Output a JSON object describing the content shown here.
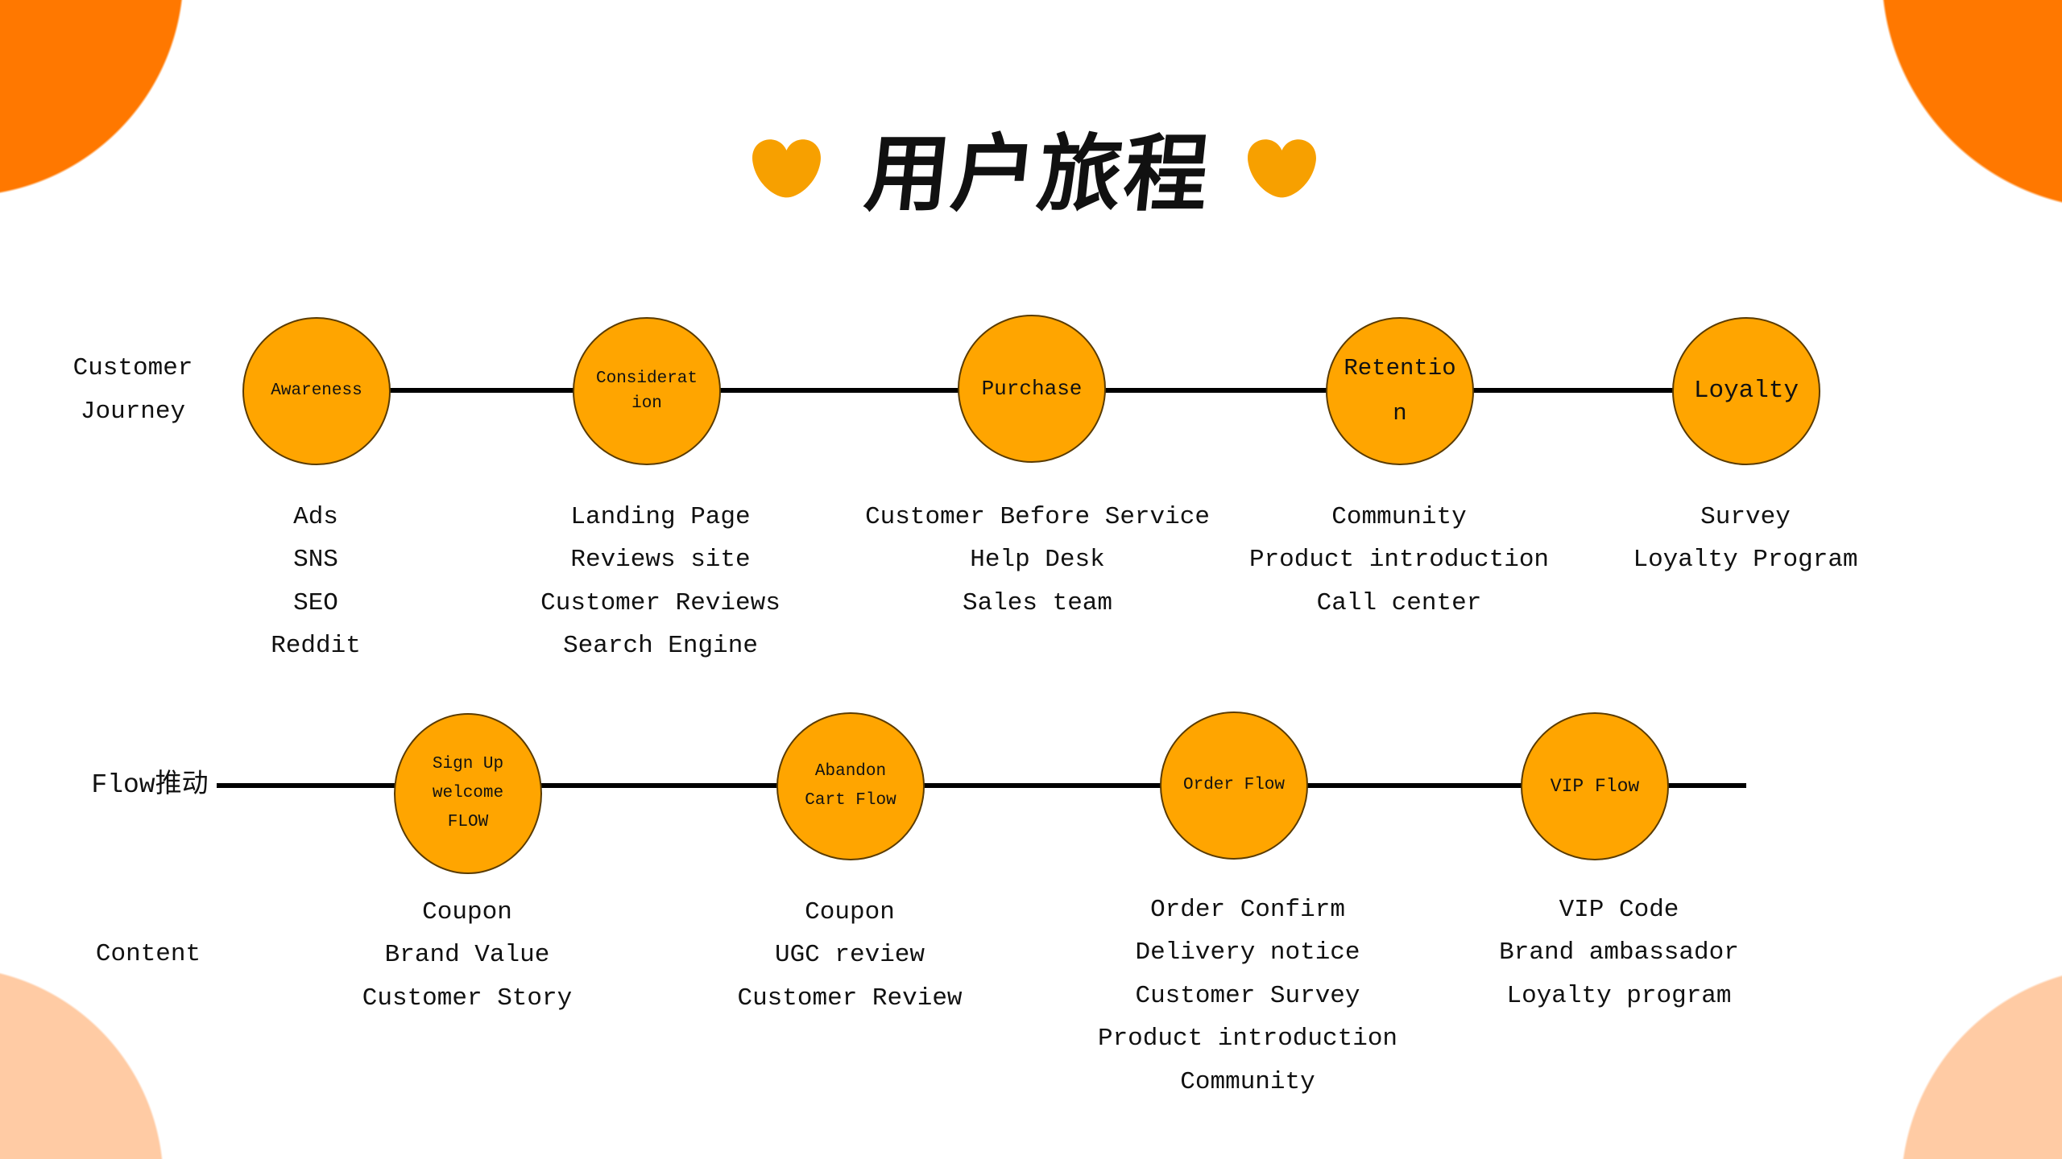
{
  "title": "用户旅程",
  "colors": {
    "corner_top": "#FF7800",
    "corner_bottom": "#FFCBA4",
    "node_fill": "#FFA500",
    "heart": "#F7A000"
  },
  "journey": {
    "row_label": [
      "Customer",
      "Journey"
    ],
    "stages": [
      {
        "label": "Awareness",
        "items": [
          "Ads",
          "SNS",
          "SEO",
          "Reddit"
        ]
      },
      {
        "label": "Consideration",
        "items": [
          "Landing Page",
          "Reviews site",
          "Customer Reviews",
          "Search Engine"
        ]
      },
      {
        "label": "Purchase",
        "items": [
          "Customer Before Service",
          "Help Desk",
          "Sales team"
        ]
      },
      {
        "label": "Retention",
        "items": [
          "Community",
          "Product introduction",
          "Call center"
        ]
      },
      {
        "label": "Loyalty",
        "items": [
          "Survey",
          "Loyalty Program"
        ]
      }
    ]
  },
  "flow": {
    "row_label": "Flow推动",
    "content_label": "Content",
    "stages": [
      {
        "label": "Sign Up welcome FLOW",
        "items": [
          "Coupon",
          "Brand Value",
          "Customer Story"
        ]
      },
      {
        "label": "Abandon Cart Flow",
        "items": [
          "Coupon",
          "UGC review",
          "Customer Review"
        ]
      },
      {
        "label": "Order Flow",
        "items": [
          "Order Confirm",
          "Delivery notice",
          "Customer Survey",
          "Product introduction",
          "Community"
        ]
      },
      {
        "label": "VIP Flow",
        "items": [
          "VIP Code",
          "Brand ambassador",
          "Loyalty program"
        ]
      }
    ]
  }
}
